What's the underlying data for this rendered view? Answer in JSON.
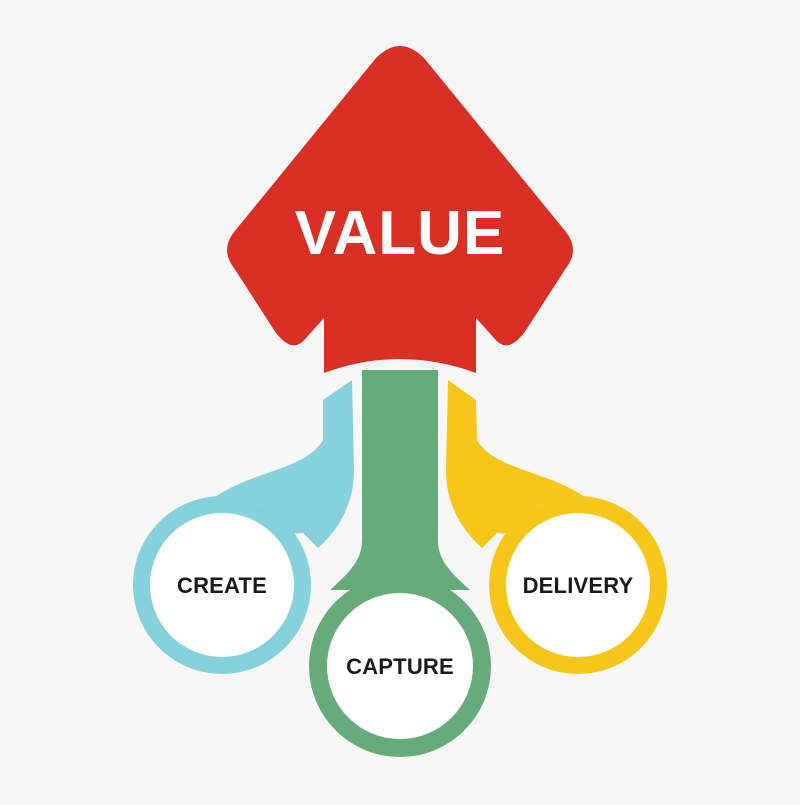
{
  "diagram": {
    "title": "VALUE",
    "nodes": [
      {
        "id": "create",
        "label": "CREATE",
        "color": "#85D2DD"
      },
      {
        "id": "capture",
        "label": "CAPTURE",
        "color": "#66AC7A"
      },
      {
        "id": "delivery",
        "label": "DELIVERY",
        "color": "#F6C71A"
      }
    ],
    "colors": {
      "arrow": "#DA2F25",
      "background": "#F7F7F7",
      "node_fill": "#FFFFFF",
      "label": "#1A1A1A"
    }
  }
}
